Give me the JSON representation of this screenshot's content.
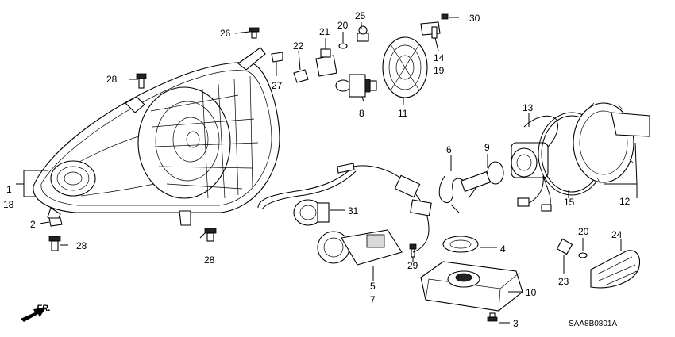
{
  "diagram": {
    "part_labels": [
      "1",
      "18",
      "2",
      "28",
      "26",
      "28",
      "27",
      "22",
      "21",
      "20",
      "25",
      "8",
      "11",
      "30",
      "14",
      "19",
      "13",
      "9",
      "6",
      "12",
      "15",
      "31",
      "4",
      "29",
      "5",
      "7",
      "10",
      "3",
      "20",
      "24",
      "23",
      "28"
    ],
    "diagram_code": "SAA8B0801A",
    "direction_label": "FR."
  }
}
